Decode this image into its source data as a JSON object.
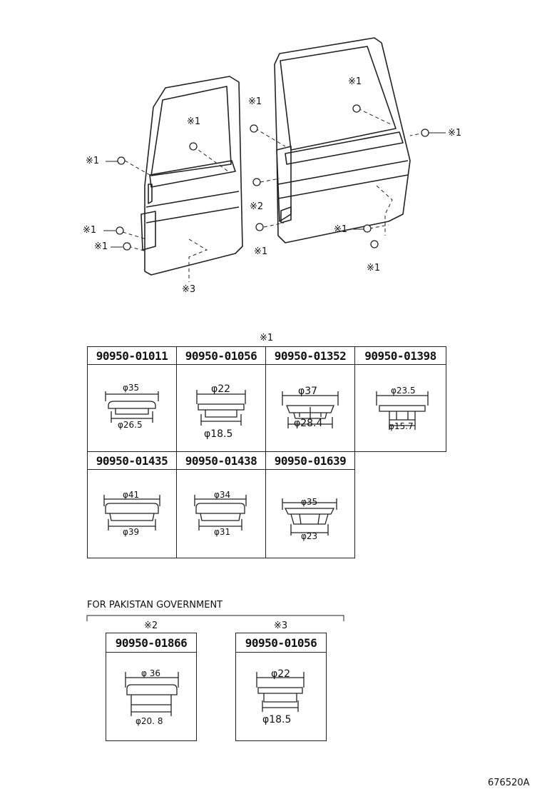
{
  "diagram": {
    "callouts": {
      "front_top": "※1",
      "front_left": "※1",
      "front_low1": "※1",
      "front_low2": "※1",
      "front_bottom": "※3",
      "mid_top": "※1",
      "mid_center": "※2",
      "mid_low": "※1",
      "rear_top": "※1",
      "rear_right": "※1",
      "rear_low": "※1",
      "rear_bottom": "※1"
    }
  },
  "table1": {
    "header": "※1",
    "rows": [
      [
        {
          "part": "90950-01011",
          "top": "φ35",
          "bottom": "φ26.5"
        },
        {
          "part": "90950-01056",
          "top": "φ22",
          "bottom": "φ18.5"
        },
        {
          "part": "90950-01352",
          "top": "φ37",
          "bottom": "φ28.4"
        },
        {
          "part": "90950-01398",
          "top": "φ23.5",
          "bottom": "φ15.7"
        }
      ],
      [
        {
          "part": "90950-01435",
          "top": "φ41",
          "bottom": "φ39"
        },
        {
          "part": "90950-01438",
          "top": "φ34",
          "bottom": "φ31"
        },
        {
          "part": "90950-01639",
          "top": "φ35",
          "bottom": "φ23"
        }
      ]
    ]
  },
  "pakistan": {
    "title": "FOR PAKISTAN GOVERNMENT",
    "items": [
      {
        "mark": "※2",
        "part": "90950-01866",
        "top": "φ 36",
        "bottom": "φ20. 8"
      },
      {
        "mark": "※3",
        "part": "90950-01056",
        "top": "φ22",
        "bottom": "φ18.5"
      }
    ]
  },
  "footer": {
    "code": "676520A"
  }
}
